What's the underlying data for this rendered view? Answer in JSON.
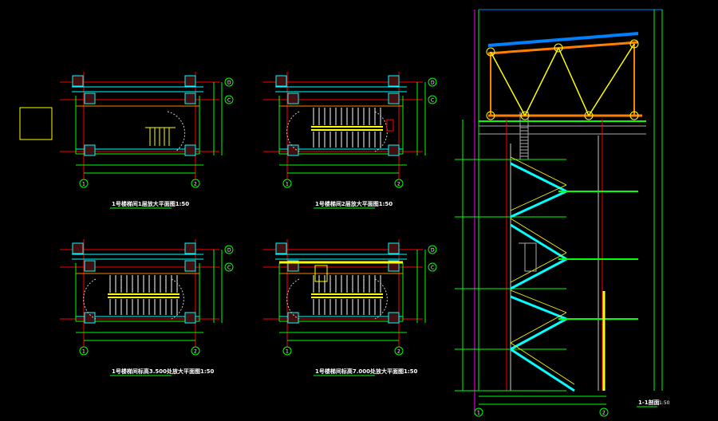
{
  "plans": [
    {
      "title": "1号楼梯间1层放大平面图1:50",
      "variant": 1
    },
    {
      "title": "1号楼梯间2层放大平面图1:50",
      "variant": 2
    },
    {
      "title": "1号楼梯间标高3.500处放大平面图1:50",
      "variant": 3
    },
    {
      "title": "1号楼梯间标高7.000处放大平面图1:50",
      "variant": 4
    }
  ],
  "grid_labels": {
    "left": "1",
    "right": "2",
    "top": "D",
    "bottom": "C"
  },
  "section": {
    "title": "1-1剖面",
    "scale": "1:50"
  },
  "colors": {
    "green": "#00ff00",
    "red": "#ff0000",
    "cyan": "#00ffff",
    "yellow": "#ffff00",
    "orange": "#ff8000",
    "blue": "#0080ff",
    "magenta": "#ff00ff",
    "white": "#ffffff",
    "gray": "#a0a0a0"
  }
}
